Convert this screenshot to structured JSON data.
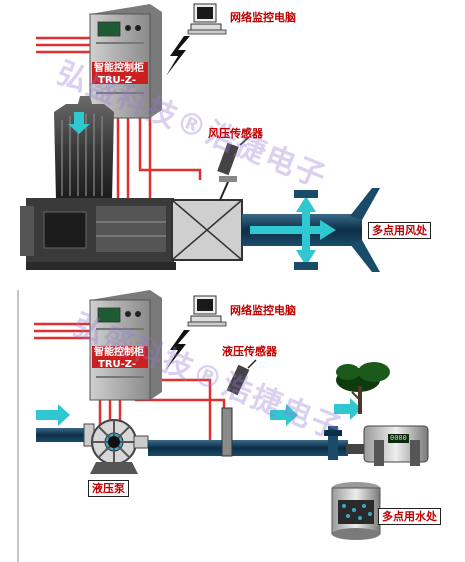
{
  "top_system": {
    "monitor_label": "网络监控电脑",
    "cabinet_title": "智能控制柜",
    "cabinet_model": "TRU-Z-",
    "sensor_label": "风压传感器",
    "outlet_label": "多点用风处"
  },
  "bottom_system": {
    "monitor_label": "网络监控电脑",
    "cabinet_title": "智能控制柜",
    "cabinet_model": "TRU-Z-",
    "sensor_label": "液压传感器",
    "pump_label": "液压泵",
    "outlet_label": "多点用水处",
    "meter_readout": "0000"
  },
  "watermark": {
    "top_text": "弘盛科技®浩捷电子",
    "bottom_text": "弘盛科技®浩捷电子"
  },
  "colors": {
    "cable": "#e03030",
    "flow_arrow": "#30c8d0",
    "cabinet": "#a8a8a8",
    "pipe": "#1a4c6a",
    "label_text": "#c00000"
  },
  "icons": [
    "computer-icon",
    "lightning-icon",
    "pressure-sensor-icon",
    "tree-icon",
    "flow-arrow-icon"
  ]
}
